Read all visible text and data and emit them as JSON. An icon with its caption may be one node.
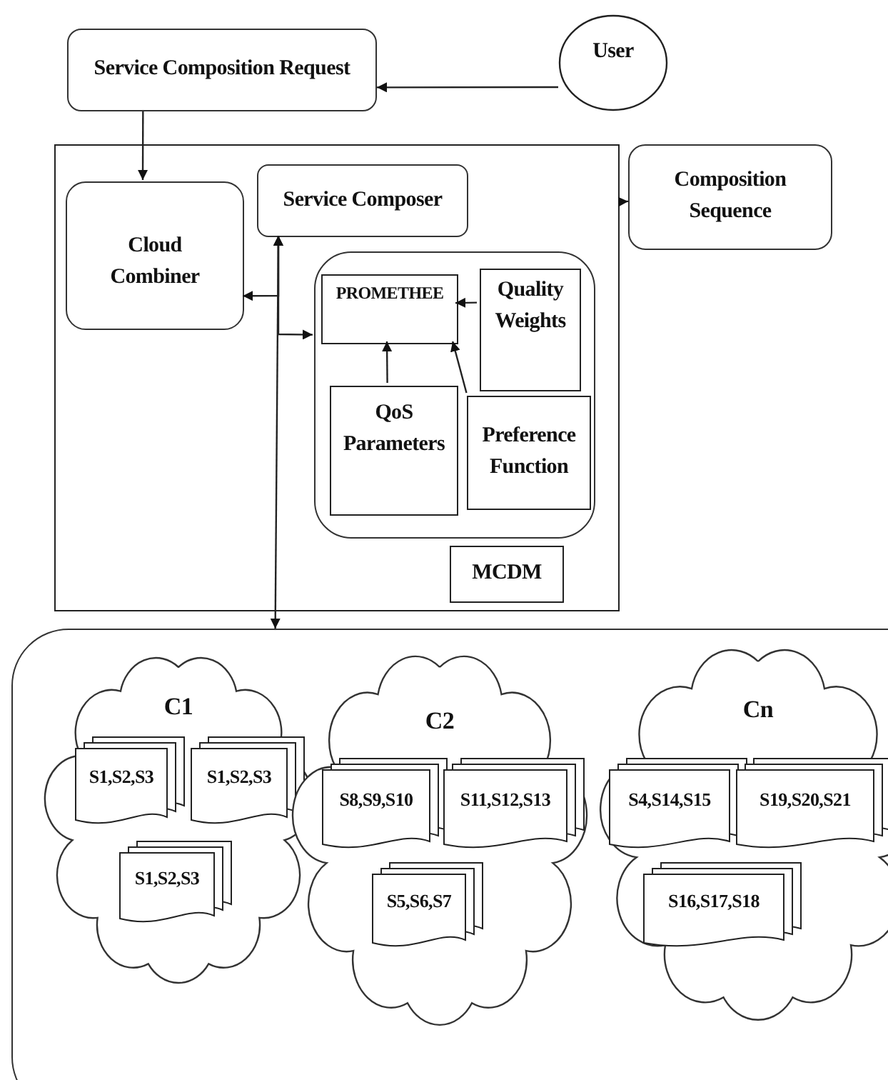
{
  "diagram": {
    "nodes": [
      {
        "text": [
          "Service Composition Request"
        ]
      },
      {
        "text": [
          "User"
        ]
      },
      {
        "text": [],
        "shape": "box"
      },
      {
        "text": [
          "Cloud Combiner"
        ],
        "in": 2
      },
      {
        "text": [
          "Service Composer"
        ],
        "in": 2
      },
      {
        "text": [],
        "shape": "box",
        "in": 2
      },
      {
        "text": [
          "PROMETHEE"
        ],
        "in": 5
      },
      {
        "text": [
          "Quality Weights"
        ],
        "in": 5
      },
      {
        "text": [
          "QoS Parameters"
        ],
        "in": 5
      },
      {
        "text": [
          "Preference Function"
        ],
        "in": 5
      },
      {
        "text": [
          "MCDM"
        ],
        "in": 2
      },
      {
        "text": [
          "Composition Sequence"
        ]
      },
      {
        "text": [],
        "shape": "box"
      },
      {
        "text": [
          "C1"
        ],
        "in": 12
      },
      {
        "text": [
          "S1,S2,S3"
        ],
        "in": 13
      },
      {
        "text": [
          "S1,S2,S3"
        ],
        "in": 13
      },
      {
        "text": [
          "S1,S2,S3"
        ],
        "in": 13
      },
      {
        "text": [
          "C2"
        ],
        "in": 12
      },
      {
        "text": [
          "S8,S9,S10"
        ],
        "in": 17
      },
      {
        "text": [
          "S11,S12,S13"
        ],
        "in": 17
      },
      {
        "text": [
          "S5,S6,S7"
        ],
        "in": 17
      },
      {
        "text": [
          "Cn"
        ],
        "in": 12
      },
      {
        "text": [
          "S4,S14,S15"
        ],
        "in": 21
      },
      {
        "text": [
          "S19,S20,S21"
        ],
        "in": 21
      },
      {
        "text": [
          "S16,S17,S18"
        ],
        "in": 21
      }
    ],
    "edges": [
      {
        "from": 1,
        "to": 0,
        "arrow": "to"
      },
      {
        "from": 0,
        "to": 3,
        "arrow": "to"
      },
      {
        "from": 2,
        "to": 11,
        "arrow": "to"
      },
      {
        "from": 4,
        "to": 12,
        "arrow": "both"
      },
      {
        "from": 3,
        "to": 4,
        "arrow": "both"
      },
      {
        "from": 5,
        "to": 4,
        "arrow": "both"
      },
      {
        "from": 7,
        "to": 6,
        "arrow": "to"
      },
      {
        "from": 8,
        "to": 6,
        "arrow": "to"
      },
      {
        "from": 9,
        "to": 6,
        "arrow": "to"
      }
    ]
  }
}
